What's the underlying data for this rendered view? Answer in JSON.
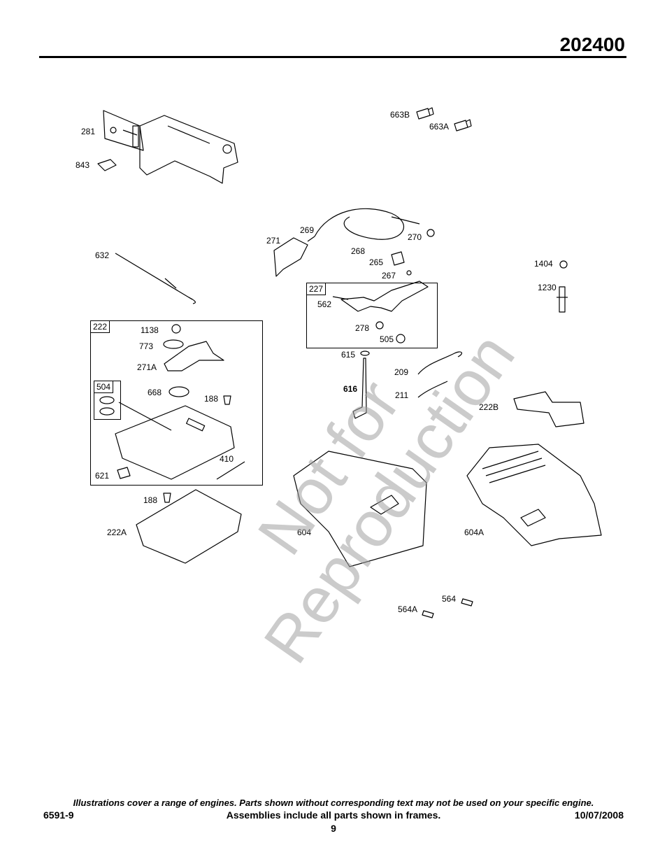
{
  "header": {
    "model_number": "202400"
  },
  "watermark": {
    "line1": "Not for",
    "line2": "Reproduction"
  },
  "frames": {
    "f222": "222",
    "f504": "504",
    "f227": "227"
  },
  "callouts": {
    "c281": "281",
    "c843": "843",
    "c663B": "663B",
    "c663A": "663A",
    "c269": "269",
    "c271": "271",
    "c268": "268",
    "c270": "270",
    "c632": "632",
    "c265": "265",
    "c267": "267",
    "c1404": "1404",
    "c1230": "1230",
    "c562": "562",
    "c278": "278",
    "c505": "505",
    "c1138": "1138",
    "c773": "773",
    "c271A": "271A",
    "c615": "615",
    "c209": "209",
    "c616": "616",
    "c211": "211",
    "c222B": "222B",
    "c668": "668",
    "c188a": "188",
    "c410": "410",
    "c621": "621",
    "c188b": "188",
    "c222A": "222A",
    "c604": "604",
    "c604A": "604A",
    "c564": "564",
    "c564A": "564A"
  },
  "footer": {
    "disclaimer": "Illustrations cover a range of engines. Parts shown without corresponding text may not be used on your specific engine.",
    "doc_number": "6591-9",
    "assemblies_note": "Assemblies include all parts shown in frames.",
    "date": "10/07/2008",
    "page_number": "9"
  }
}
